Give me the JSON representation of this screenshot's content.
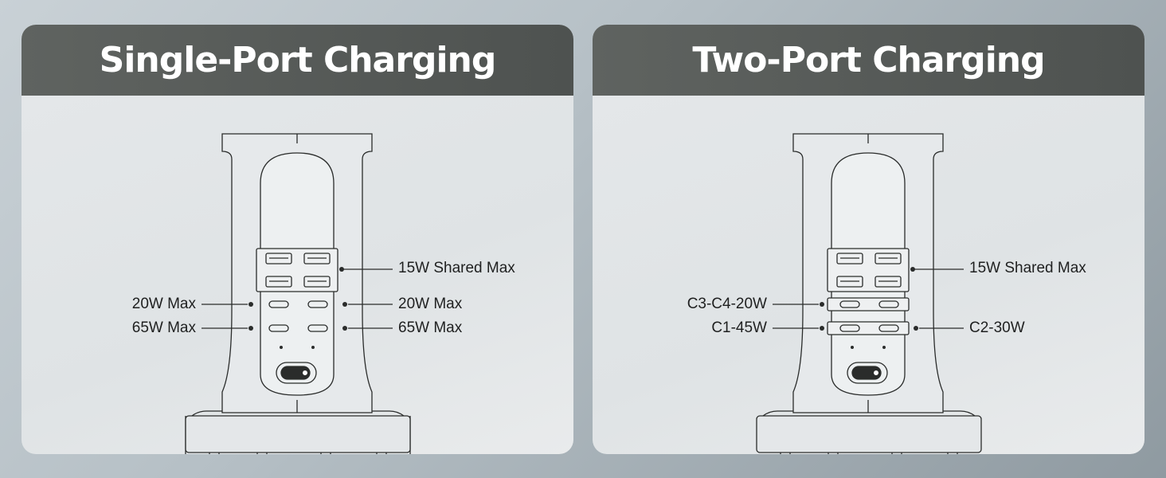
{
  "panels": {
    "single": {
      "title": "Single-Port Charging",
      "labels": {
        "usba": "15W Shared Max",
        "row1_left": "20W Max",
        "row1_right": "20W Max",
        "row2_left": "65W Max",
        "row2_right": "65W Max"
      }
    },
    "two": {
      "title": "Two-Port Charging",
      "labels": {
        "usba": "15W Shared Max",
        "row1_left": "C3-C4-20W",
        "row2_left": "C1-45W",
        "row2_right": "C2-30W"
      }
    }
  },
  "colors": {
    "header": "#555957",
    "outline": "#2a2c2b",
    "background": "#e3e6e8"
  },
  "icons": [
    "usb-a-port-icon",
    "usb-c-port-icon",
    "power-switch-icon"
  ]
}
